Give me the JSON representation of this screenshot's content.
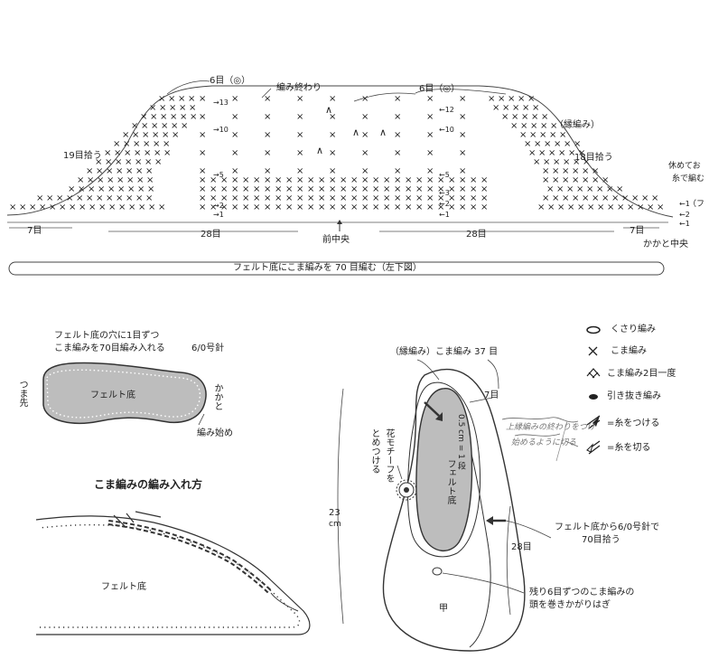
{
  "top_chart": {
    "left": {
      "ring": "6目（◎）",
      "end": "編み終わり",
      "pick": "19目拾う",
      "stitches7": "7目",
      "stitches28": "28目"
    },
    "right": {
      "ring": "6目（◎）",
      "edge": "（縁編み）",
      "pick": "18目拾う",
      "stitches28": "28目",
      "stitches7": "7目"
    },
    "center": "前中央",
    "heel": "かかと中央",
    "rest_note_1": "休めてお",
    "rest_note_2": "糸で編む",
    "rest_note_3": "（フ",
    "row_numbers_left": [
      "13",
      "10",
      "5",
      "2",
      "1"
    ],
    "row_numbers_right": [
      "12",
      "10",
      "5",
      "3",
      "2",
      "1"
    ],
    "row_numbers_heel": [
      "1",
      "2",
      "1"
    ],
    "bar_caption": "フェルト底にこま編みを 70 目編む（左下図）"
  },
  "sole_diagram": {
    "note_line1": "フェルト底の穴に1目ずつ",
    "note_line2": "こま編みを70目編み入れる",
    "needle": "6/0号針",
    "center_label": "フェルト底",
    "toe": "つま先",
    "heel": "かかと",
    "start": "編み始め"
  },
  "how_to": {
    "title": "こま編みの編み入れ方",
    "felt_label": "フェルト底"
  },
  "legend": {
    "items": [
      {
        "symbol": "chain-oval",
        "label": "くさり編み"
      },
      {
        "symbol": "x-mark",
        "label": "こま編み"
      },
      {
        "symbol": "dec-mark",
        "label": "こま編み2目一度"
      },
      {
        "symbol": "slip-dot",
        "label": "引き抜き編み"
      },
      {
        "symbol": "join-mark",
        "label": "=糸をつける"
      },
      {
        "symbol": "cut-mark",
        "label": "=糸を切る"
      }
    ]
  },
  "slipper": {
    "edge": "（縁編み）こま編み 37 目",
    "seven": "7目",
    "spacing": "0.5 cm = 1 段",
    "felt": "フェルト底",
    "flower_1": "花モチーフを",
    "flower_2": "とめつける",
    "length": "23",
    "length_unit": "cm",
    "pick_1": "フェルト底から6/0号針で",
    "pick_2": "70目拾う",
    "stitches28": "28目",
    "rest_1": "残り6目ずつのこま編みの",
    "rest_2": "頭を巻きかがりはぎ",
    "instep": "甲",
    "handwriting_1": "上縁編みの終わりをつけ",
    "handwriting_2": "始めるように切る"
  }
}
